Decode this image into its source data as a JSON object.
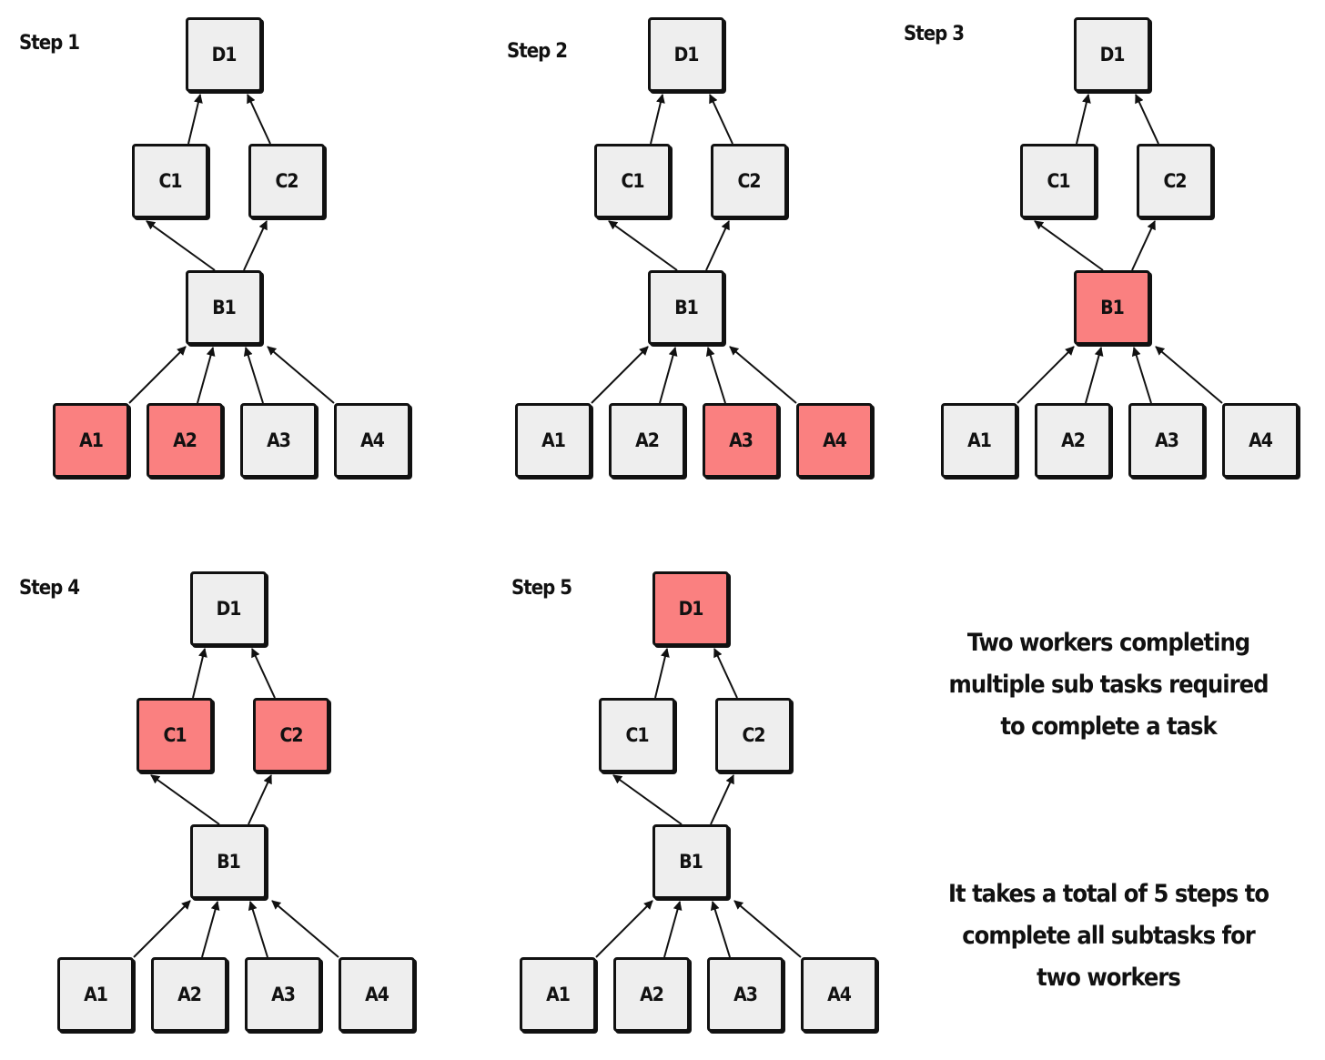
{
  "colors": {
    "active_fill": "#fa8080",
    "idle_fill": "#eeeeee",
    "stroke": "#111111"
  },
  "notes": {
    "workers": "Two workers completing multiple sub tasks required to complete a task",
    "total": "It takes a total of 5 steps to complete all subtasks for two workers"
  },
  "steps": [
    {
      "label": "Step 1",
      "nodes": [
        {
          "id": "D1",
          "label": "D1",
          "active": false
        },
        {
          "id": "C1",
          "label": "C1",
          "active": false
        },
        {
          "id": "C2",
          "label": "C2",
          "active": false
        },
        {
          "id": "B1",
          "label": "B1",
          "active": false
        },
        {
          "id": "A1",
          "label": "A1",
          "active": true
        },
        {
          "id": "A2",
          "label": "A2",
          "active": true
        },
        {
          "id": "A3",
          "label": "A3",
          "active": false
        },
        {
          "id": "A4",
          "label": "A4",
          "active": false
        }
      ]
    },
    {
      "label": "Step 2",
      "nodes": [
        {
          "id": "D1",
          "label": "D1",
          "active": false
        },
        {
          "id": "C1",
          "label": "C1",
          "active": false
        },
        {
          "id": "C2",
          "label": "C2",
          "active": false
        },
        {
          "id": "B1",
          "label": "B1",
          "active": false
        },
        {
          "id": "A1",
          "label": "A1",
          "active": false
        },
        {
          "id": "A2",
          "label": "A2",
          "active": false
        },
        {
          "id": "A3",
          "label": "A3",
          "active": true
        },
        {
          "id": "A4",
          "label": "A4",
          "active": true
        }
      ]
    },
    {
      "label": "Step 3",
      "nodes": [
        {
          "id": "D1",
          "label": "D1",
          "active": false
        },
        {
          "id": "C1",
          "label": "C1",
          "active": false
        },
        {
          "id": "C2",
          "label": "C2",
          "active": false
        },
        {
          "id": "B1",
          "label": "B1",
          "active": true
        },
        {
          "id": "A1",
          "label": "A1",
          "active": false
        },
        {
          "id": "A2",
          "label": "A2",
          "active": false
        },
        {
          "id": "A3",
          "label": "A3",
          "active": false
        },
        {
          "id": "A4",
          "label": "A4",
          "active": false
        }
      ]
    },
    {
      "label": "Step 4",
      "nodes": [
        {
          "id": "D1",
          "label": "D1",
          "active": false
        },
        {
          "id": "C1",
          "label": "C1",
          "active": true
        },
        {
          "id": "C2",
          "label": "C2",
          "active": true
        },
        {
          "id": "B1",
          "label": "B1",
          "active": false
        },
        {
          "id": "A1",
          "label": "A1",
          "active": false
        },
        {
          "id": "A2",
          "label": "A2",
          "active": false
        },
        {
          "id": "A3",
          "label": "A3",
          "active": false
        },
        {
          "id": "A4",
          "label": "A4",
          "active": false
        }
      ]
    },
    {
      "label": "Step 5",
      "nodes": [
        {
          "id": "D1",
          "label": "D1",
          "active": true
        },
        {
          "id": "C1",
          "label": "C1",
          "active": false
        },
        {
          "id": "C2",
          "label": "C2",
          "active": false
        },
        {
          "id": "B1",
          "label": "B1",
          "active": false
        },
        {
          "id": "A1",
          "label": "A1",
          "active": false
        },
        {
          "id": "A2",
          "label": "A2",
          "active": false
        },
        {
          "id": "A3",
          "label": "A3",
          "active": false
        },
        {
          "id": "A4",
          "label": "A4",
          "active": false
        }
      ]
    }
  ],
  "edges": [
    [
      "A1",
      "B1"
    ],
    [
      "A2",
      "B1"
    ],
    [
      "A3",
      "B1"
    ],
    [
      "A4",
      "B1"
    ],
    [
      "B1",
      "C1"
    ],
    [
      "B1",
      "C2"
    ],
    [
      "C1",
      "D1"
    ],
    [
      "C2",
      "D1"
    ]
  ]
}
